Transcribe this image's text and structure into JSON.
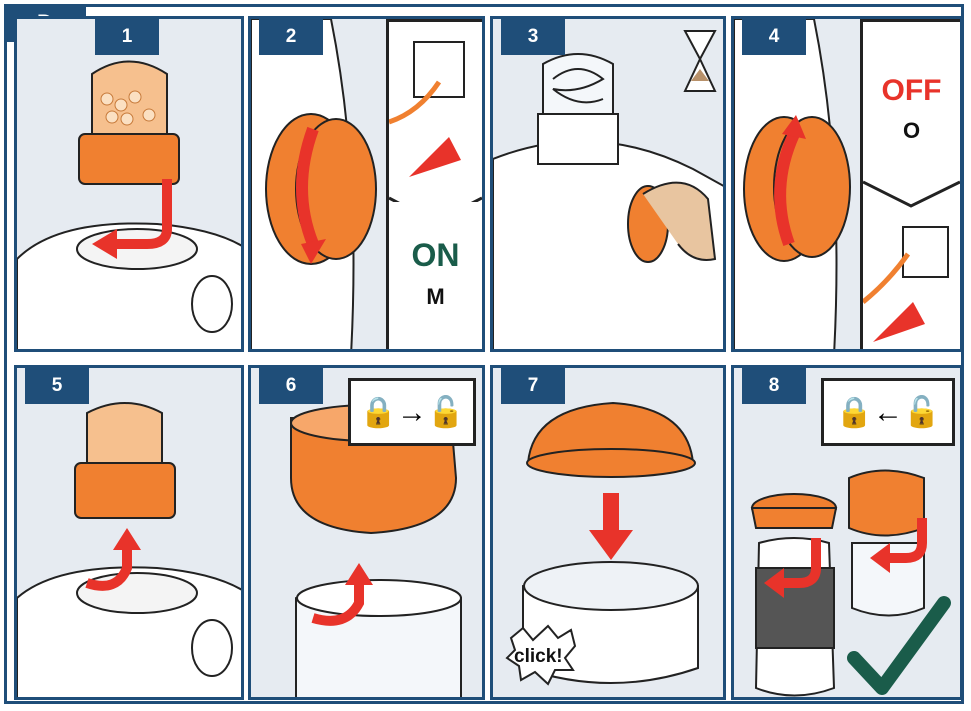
{
  "section_label": "D",
  "steps": [
    {
      "num": "1"
    },
    {
      "num": "2",
      "power_label": "ON",
      "mode_label": "M"
    },
    {
      "num": "3"
    },
    {
      "num": "4",
      "power_label": "OFF",
      "mode_label": "O"
    },
    {
      "num": "5"
    },
    {
      "num": "6",
      "lock_label": "🔒→🔓"
    },
    {
      "num": "7",
      "callout": "click!"
    },
    {
      "num": "8",
      "lock_label": "🔒←🔓"
    }
  ],
  "colors": {
    "frame": "#1f4e79",
    "orange": "#f08030",
    "red_arrow": "#e8332a",
    "on_green": "#1a5c4a",
    "off_red": "#e8332a",
    "check_green": "#1a5c4a"
  },
  "icons": [
    "hourglass-icon",
    "lock-closed-icon",
    "lock-open-icon",
    "checkmark-icon",
    "plug-icon"
  ]
}
